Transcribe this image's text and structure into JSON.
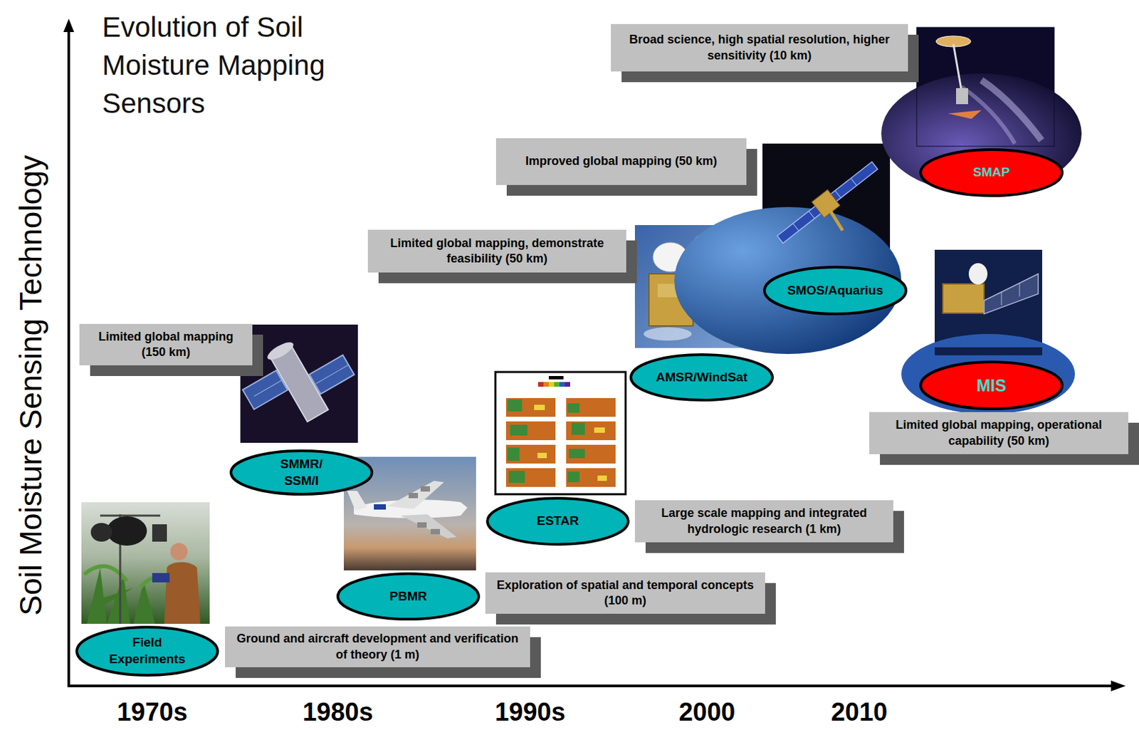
{
  "diagram": {
    "title": "Evolution of Soil Moisture Mapping Sensors",
    "nodes": [
      {
        "text": [
          "Broad science, high spatial resolution, higher sensitivity (10 km)"
        ]
      },
      {
        "text": [
          "SMAP"
        ]
      },
      {
        "text": [
          "Improved global mapping (50 km)"
        ]
      },
      {
        "text": [
          "SMOS/Aquarius"
        ]
      },
      {
        "text": [
          "Limited global mapping, demonstrate feasibility (50 km)"
        ]
      },
      {
        "text": [
          "Limited global mapping (150 km)"
        ]
      },
      {
        "text": [
          "AMSR/WindSat"
        ]
      },
      {
        "text": [
          "MIS"
        ]
      },
      {
        "text": [
          "Limited global mapping, operational capability (50 km)"
        ]
      },
      {
        "text": [
          "SMMR/ SSM/I"
        ]
      },
      {
        "text": [
          "ESTAR"
        ]
      },
      {
        "text": [
          "Large scale mapping and integrated hydrologic research (1 km)"
        ]
      },
      {
        "text": [
          "PBMR"
        ]
      },
      {
        "text": [
          "Exploration of spatial and temporal concepts (100 m)"
        ]
      },
      {
        "text": [
          "Field Experiments"
        ]
      },
      {
        "text": [
          "Ground and aircraft development and verification of theory (1 m)"
        ]
      }
    ],
    "labels": [
      "Soil Moisture Sensing Technology",
      "1970s",
      "1980s",
      "1990s",
      "2000",
      "2010"
    ]
  }
}
